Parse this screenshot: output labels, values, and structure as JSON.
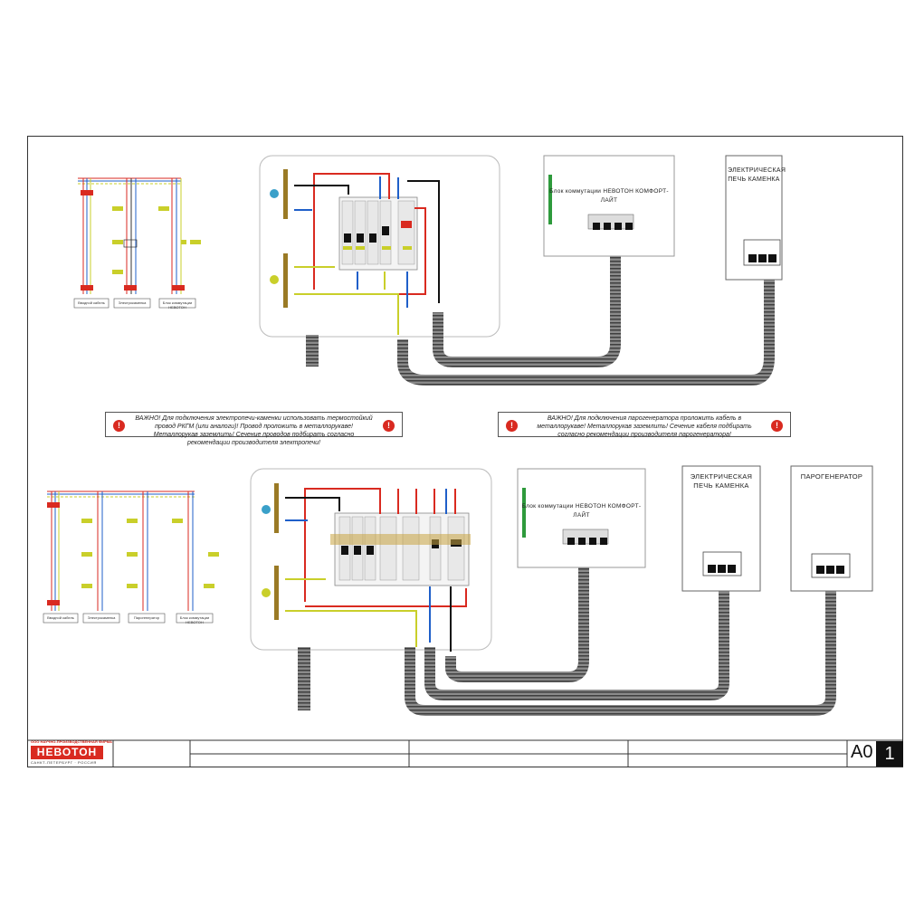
{
  "top": {
    "block_title": "Блок коммутации НЕВОТОН КОМФОРТ-ЛАЙТ",
    "oven_title": "ЭЛЕКТРИЧЕСКАЯ ПЕЧЬ КАМЕНКА",
    "schematic_labels": [
      "Вводной кабель",
      "Электрокаменка",
      "Блок коммутации НЕВОТОН"
    ],
    "warning": "ВАЖНО! Для подключения электропечи-каменки использовать термостойкий провод РКГМ (или аналоги)! Провод проложить в металлорукаве! Металлорукав заземлить! Сечение проводов подбирать согласно рекомендации производителя электропечи!"
  },
  "bottom": {
    "block_title": "Блок коммутации НЕВОТОН КОМФОРТ-ЛАЙТ",
    "oven_title": "ЭЛЕКТРИЧЕСКАЯ ПЕЧЬ КАМЕНКА",
    "steam_title": "ПАРОГЕНЕРАТОР",
    "schematic_labels": [
      "Вводной кабель",
      "Электрокаменка",
      "Парогенератор",
      "Блок коммутации НЕВОТОН"
    ],
    "warning": "ВАЖНО! Для подключения парогенератора проложить кабель в металлорукаве! Металлорукав заземлить! Сечение кабеля подбирать согласно рекомендации производителя парогенератора!"
  },
  "title_block": {
    "company_line": "ООО НАУЧНО-ПРОИЗВОДСТВЕННАЯ ФИРМА",
    "logo_text": "НЕВОТОН",
    "city_line": "САНКТ-ПЕТЕРБУРГ · РОССИЯ",
    "sheet_size": "А0",
    "sheet_number": "1"
  },
  "warning_icon": "!",
  "colors": {
    "red": "#d92a20",
    "blue": "#1f5fc9",
    "yellow_green": "#c9cf2a",
    "green": "#2e9a3c",
    "black": "#111111",
    "brown_bus": "#9a7a25",
    "conduit": "#6a6a6a"
  }
}
